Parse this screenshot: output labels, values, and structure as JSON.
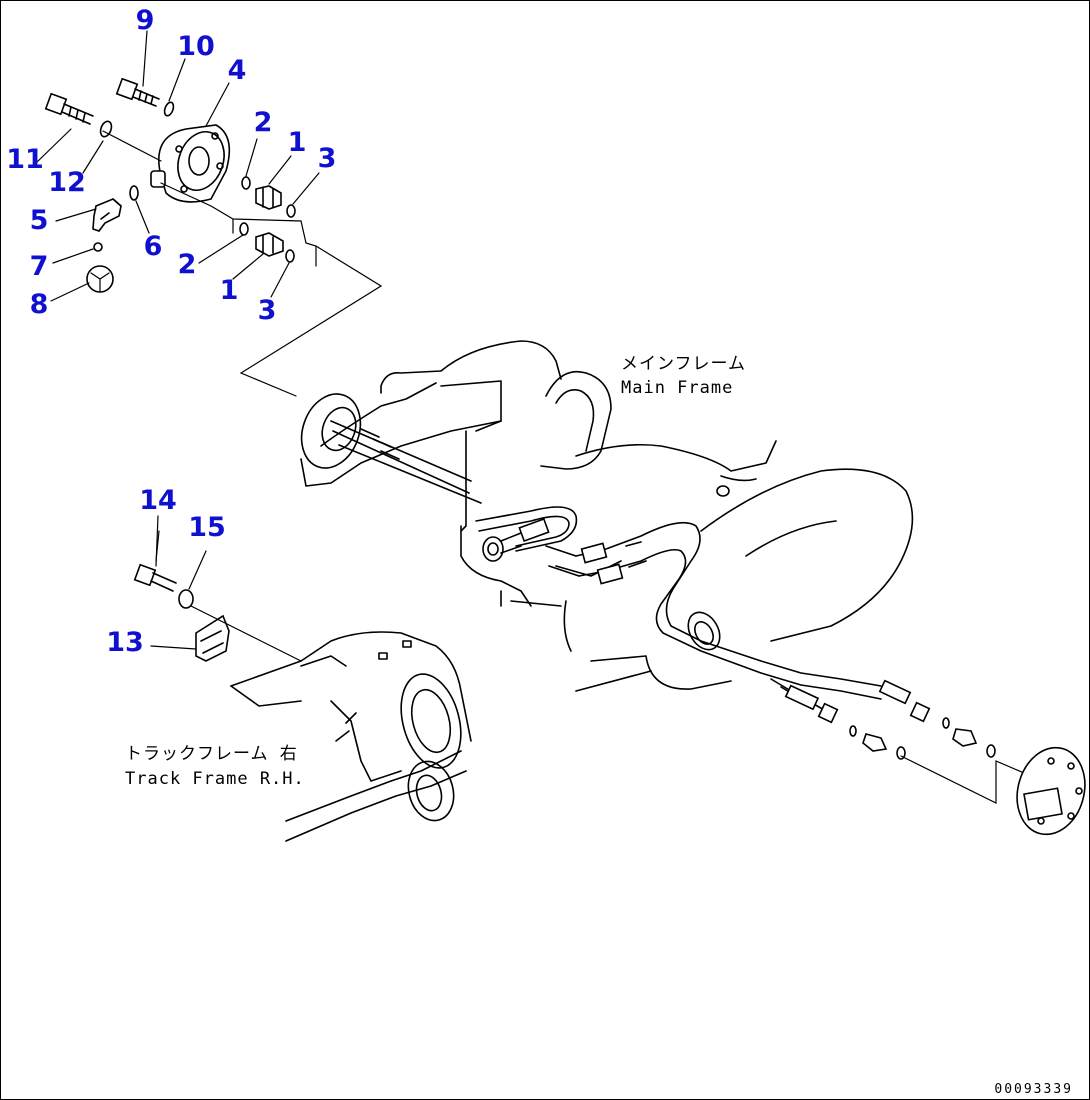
{
  "callouts": [
    "9",
    "10",
    "4",
    "11",
    "12",
    "2",
    "1",
    "3",
    "5",
    "6",
    "2",
    "1",
    "7",
    "3",
    "8",
    "14",
    "15",
    "13"
  ],
  "labels": {
    "main_frame_jp": "メインフレーム",
    "main_frame_en": "Main Frame",
    "track_frame_jp": "トラックフレーム 右",
    "track_frame_en": "Track Frame R.H."
  },
  "drawing_code": "00093339",
  "colors": {
    "callout": "#1010d0",
    "line": "#000000",
    "background": "#ffffff"
  }
}
